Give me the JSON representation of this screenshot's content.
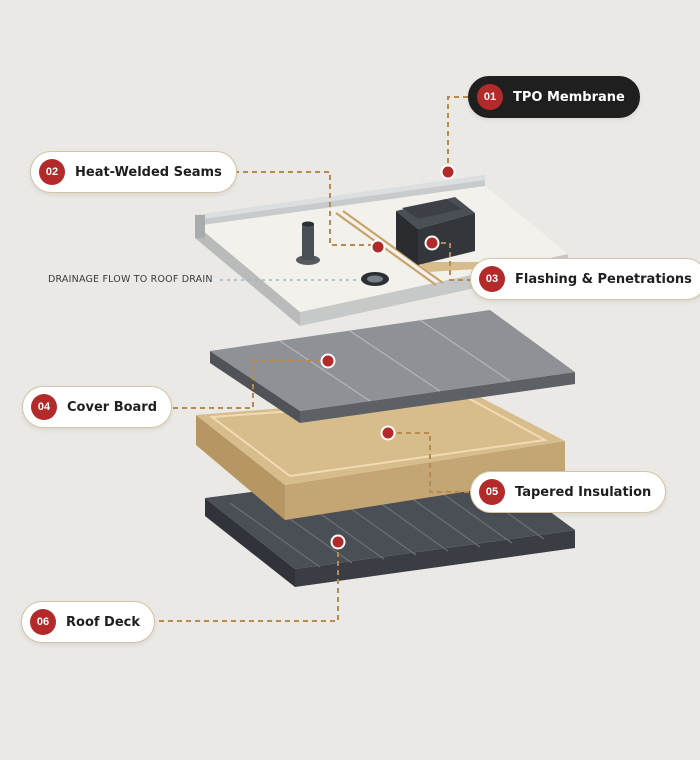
{
  "callouts": [
    {
      "num": "01",
      "label": "TPO Membrane"
    },
    {
      "num": "02",
      "label": "Heat-Welded Seams"
    },
    {
      "num": "03",
      "label": "Flashing & Penetrations"
    },
    {
      "num": "04",
      "label": "Cover Board"
    },
    {
      "num": "05",
      "label": "Tapered Insulation"
    },
    {
      "num": "06",
      "label": "Roof Deck"
    }
  ],
  "drainage_label": "DRAINAGE FLOW TO ROOF DRAIN",
  "colors": {
    "background": "#ebe9e6",
    "accent_red": "#b32a2a",
    "leader_gold": "#b98a4e",
    "membrane": "#f2f1ec",
    "cover_board": "#8e9296",
    "insulation": "#d8bd8c",
    "deck": "#4a4e55"
  }
}
